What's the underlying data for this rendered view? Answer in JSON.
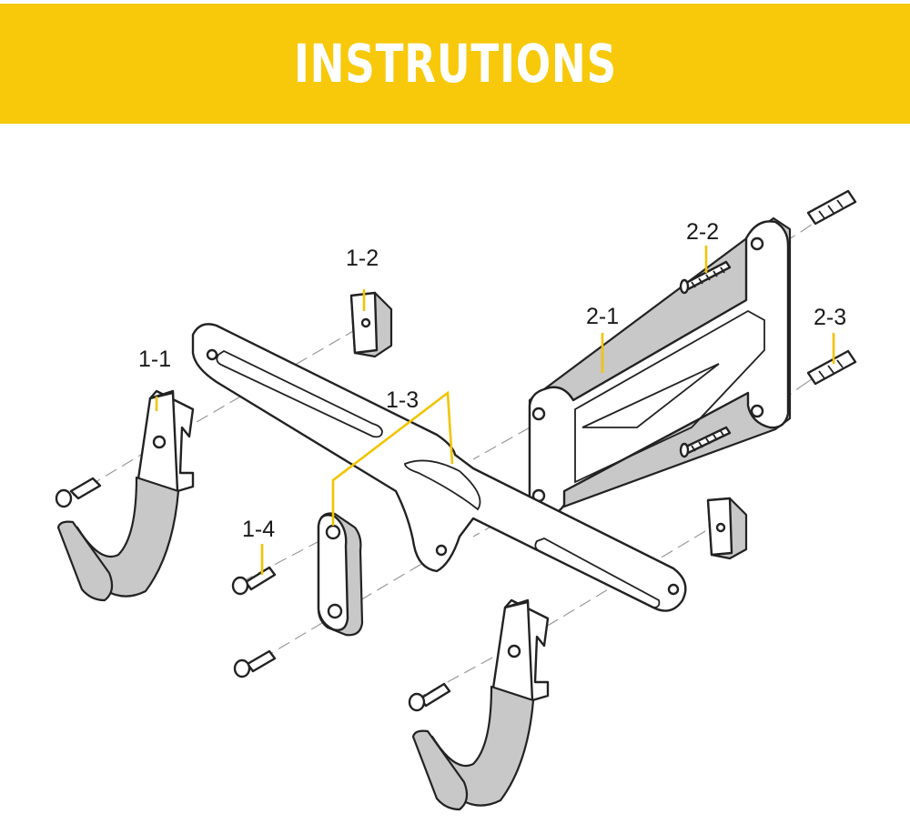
{
  "banner": {
    "title": "INSTRUTIONS",
    "color": "#f7c90a"
  },
  "labels": {
    "p1_1": "1-1",
    "p1_2": "1-2",
    "p1_3": "1-3",
    "p1_4": "1-4",
    "p2_1": "2-1",
    "p2_2": "2-2",
    "p2_3": "2-3"
  },
  "leader_color": "#f2c400"
}
